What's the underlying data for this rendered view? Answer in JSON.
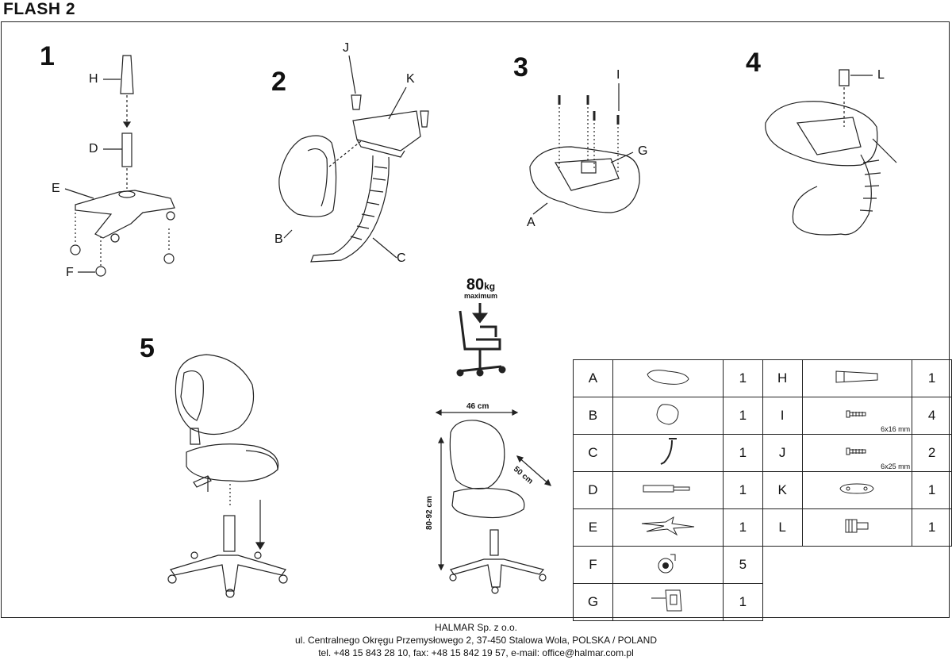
{
  "document": {
    "title": "FLASH 2"
  },
  "steps": [
    {
      "number": "1",
      "labels": [
        "H",
        "D",
        "E",
        "F"
      ]
    },
    {
      "number": "2",
      "labels": [
        "J",
        "K",
        "B",
        "C"
      ]
    },
    {
      "number": "3",
      "labels": [
        "I",
        "G",
        "A"
      ]
    },
    {
      "number": "4",
      "labels": [
        "L"
      ]
    },
    {
      "number": "5",
      "labels": []
    }
  ],
  "capacity": {
    "value": "80",
    "unit": "kg",
    "note": "maximum"
  },
  "dimensions": {
    "width": "46 cm",
    "depth": "50 cm",
    "height": "80-92 cm"
  },
  "parts_left": [
    {
      "letter": "A",
      "qty": "1",
      "icon": "seat-icon"
    },
    {
      "letter": "B",
      "qty": "1",
      "icon": "backrest-icon"
    },
    {
      "letter": "C",
      "qty": "1",
      "icon": "back-support-icon"
    },
    {
      "letter": "D",
      "qty": "1",
      "icon": "gas-lift-icon"
    },
    {
      "letter": "E",
      "qty": "1",
      "icon": "base-icon"
    },
    {
      "letter": "F",
      "qty": "5",
      "icon": "caster-icon"
    },
    {
      "letter": "G",
      "qty": "1",
      "icon": "mechanism-icon"
    }
  ],
  "parts_right": [
    {
      "letter": "H",
      "qty": "1",
      "icon": "cover-icon",
      "size": ""
    },
    {
      "letter": "I",
      "qty": "4",
      "icon": "screw-icon",
      "size": "6x16 mm"
    },
    {
      "letter": "J",
      "qty": "2",
      "icon": "screw-icon",
      "size": "6x25 mm"
    },
    {
      "letter": "K",
      "qty": "1",
      "icon": "plate-icon",
      "size": ""
    },
    {
      "letter": "L",
      "qty": "1",
      "icon": "knob-icon",
      "size": ""
    }
  ],
  "footer": {
    "company": "HALMAR Sp. z o.o.",
    "address": "ul. Centralnego Okręgu Przemysłowego 2, 37-450 Stalowa Wola, POLSKA / POLAND",
    "contact": "tel. +48 15 843 28 10, fax: +48 15 842 19 57, e-mail: office@halmar.com.pl"
  }
}
